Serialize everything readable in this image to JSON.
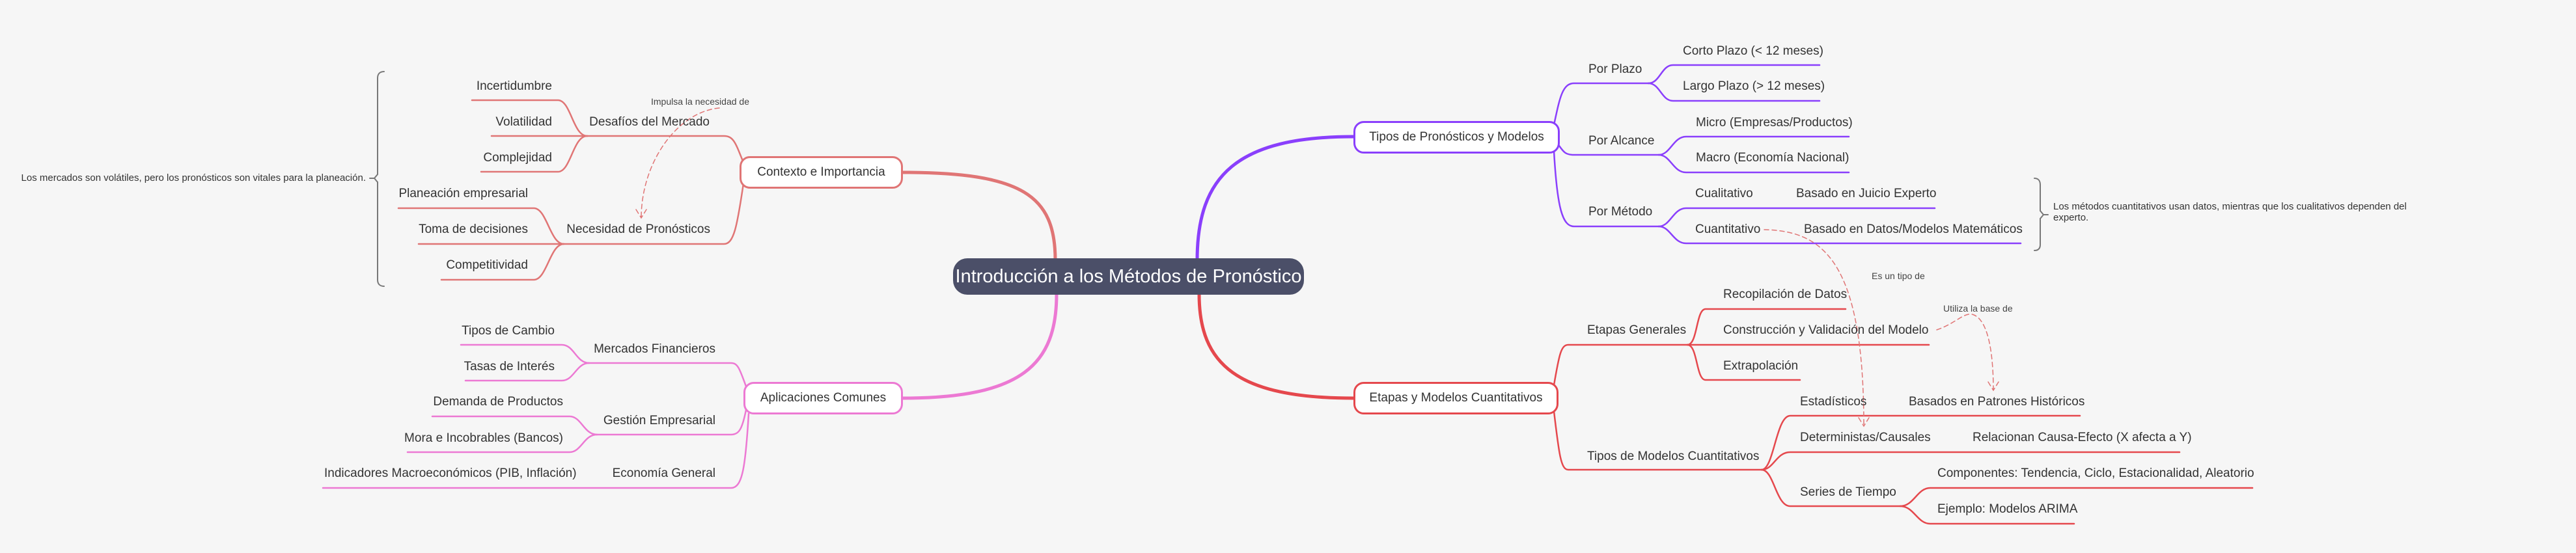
{
  "colors": {
    "central": "#4b4f68",
    "contexto": "#e07575",
    "tipos": "#8a3ffc",
    "etapas": "#e5484d",
    "aplicaciones": "#ec79d3",
    "background": "#f6f6f6"
  },
  "central": {
    "label": "Introducción a los Métodos de Pronóstico"
  },
  "contexto": {
    "label": "Contexto e Importancia",
    "desafios": {
      "label": "Desafíos del Mercado",
      "children": [
        "Incertidumbre",
        "Volatilidad",
        "Complejidad"
      ]
    },
    "necesidad": {
      "label": "Necesidad de Pronósticos",
      "children": [
        "Planeación empresarial",
        "Toma de decisiones",
        "Competitividad"
      ]
    },
    "note": "Los mercados son volátiles, pero los pronósticos son vitales para la planeación.",
    "relation": "Impulsa la necesidad de"
  },
  "tipos": {
    "label": "Tipos de Pronósticos y Modelos",
    "plazo": {
      "label": "Por Plazo",
      "children": [
        "Corto Plazo (< 12 meses)",
        "Largo Plazo (> 12 meses)"
      ]
    },
    "alcance": {
      "label": "Por Alcance",
      "children": [
        "Micro (Empresas/Productos)",
        "Macro (Economía Nacional)"
      ]
    },
    "metodo": {
      "label": "Por Método",
      "cualitativo": {
        "label": "Cualitativo",
        "child": "Basado en Juicio Experto"
      },
      "cuantitativo": {
        "label": "Cuantitativo",
        "child": "Basado en Datos/Modelos Matemáticos"
      }
    },
    "note": "Los métodos cuantitativos usan datos, mientras que los cualitativos dependen del experto."
  },
  "etapas": {
    "label": "Etapas y Modelos Cuantitativos",
    "generales": {
      "label": "Etapas Generales",
      "children": [
        "Recopilación de Datos",
        "Construcción y Validación del Modelo",
        "Extrapolación"
      ]
    },
    "modelos": {
      "label": "Tipos de Modelos Cuantitativos",
      "estadisticos": {
        "label": "Estadísticos",
        "child": "Basados en Patrones Históricos"
      },
      "deterministas": {
        "label": "Deterministas/Causales",
        "child": "Relacionan Causa-Efecto (X afecta a Y)"
      },
      "series": {
        "label": "Series de Tiempo",
        "children": [
          "Componentes: Tendencia, Ciclo, Estacionalidad, Aleatorio",
          "Ejemplo: Modelos ARIMA"
        ]
      }
    },
    "relation_tipo": "Es un tipo de",
    "relation_base": "Utiliza la base de"
  },
  "aplicaciones": {
    "label": "Aplicaciones Comunes",
    "mercados": {
      "label": "Mercados Financieros",
      "children": [
        "Tipos de Cambio",
        "Tasas de Interés"
      ]
    },
    "gestion": {
      "label": "Gestión Empresarial",
      "children": [
        "Demanda de Productos",
        "Mora e Incobrables (Bancos)"
      ]
    },
    "economia": {
      "label": "Economía General",
      "child": "Indicadores Macroeconómicos (PIB, Inflación)"
    }
  }
}
